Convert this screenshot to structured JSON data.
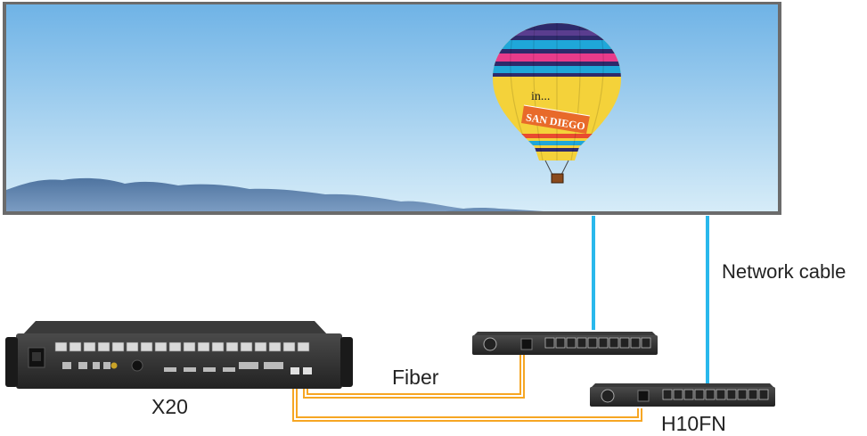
{
  "labels": {
    "network_cable": "Network cable",
    "fiber": "Fiber",
    "x20": "X20",
    "h10fn": "H10FN"
  },
  "balloon": {
    "text_in": "in...",
    "text_city": "SAN DIEGO"
  },
  "colors": {
    "network_cable": "#29b8ec",
    "fiber": "#f6a623",
    "screen_frame": "#6b6b6b",
    "device_body": "#2b2b2b"
  },
  "icons": [
    "led-screen-icon",
    "hot-air-balloon-icon",
    "mountain-range-icon",
    "x20-controller-icon",
    "h10fn-receiver-icon"
  ]
}
